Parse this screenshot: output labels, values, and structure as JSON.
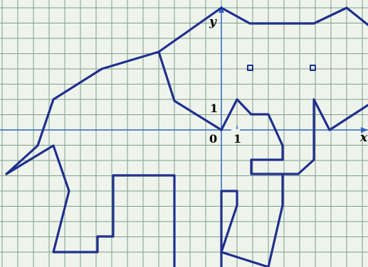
{
  "axes": {
    "x_label": "x",
    "y_label": "y",
    "origin_label": "0",
    "x_unit_label": "1",
    "y_unit_label": "1"
  },
  "colors": {
    "background": "#eef4ec",
    "grid": "#7f9e86",
    "axis": "#2f63c4",
    "outline": "#1f2f8f"
  }
}
